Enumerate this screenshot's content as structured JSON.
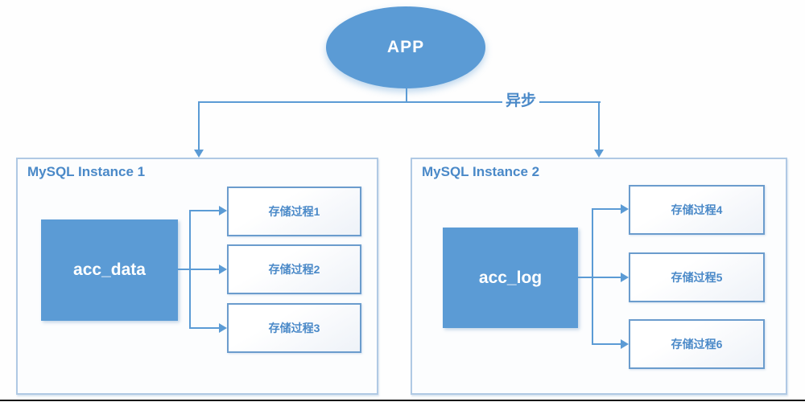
{
  "diagram": {
    "app_node": "APP",
    "async_label": "异步",
    "instances": [
      {
        "title": "MySQL Instance 1",
        "table": "acc_data",
        "procedures": [
          "存储过程1",
          "存储过程2",
          "存储过程3"
        ]
      },
      {
        "title": "MySQL Instance 2",
        "table": "acc_log",
        "procedures": [
          "存储过程4",
          "存储过程5",
          "存储过程6"
        ]
      }
    ],
    "colors": {
      "node_fill": "#5b9bd5",
      "connector": "#5b9bd5",
      "text_blue": "#4a89c8",
      "container_border": "#b0c9e4",
      "procedure_border": "#6b9ccd"
    }
  }
}
